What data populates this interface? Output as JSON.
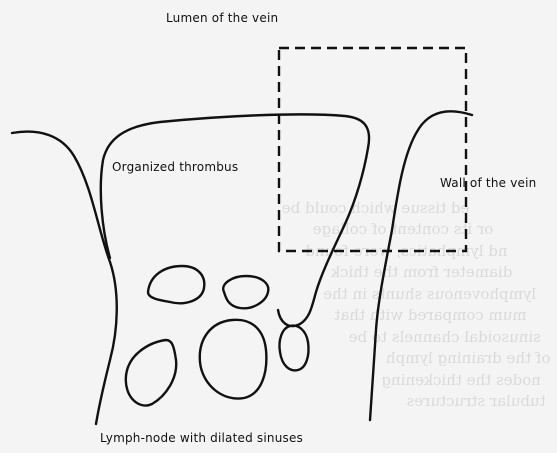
{
  "labels": {
    "lumen": "Lumen of the vein",
    "thrombus": "Organized thrombus",
    "wall": "Wall of the vein",
    "lymph_node": "Lymph-node with dilated sinuses"
  },
  "colors": {
    "ink": "#111111",
    "paper": "#f4f4f4"
  }
}
